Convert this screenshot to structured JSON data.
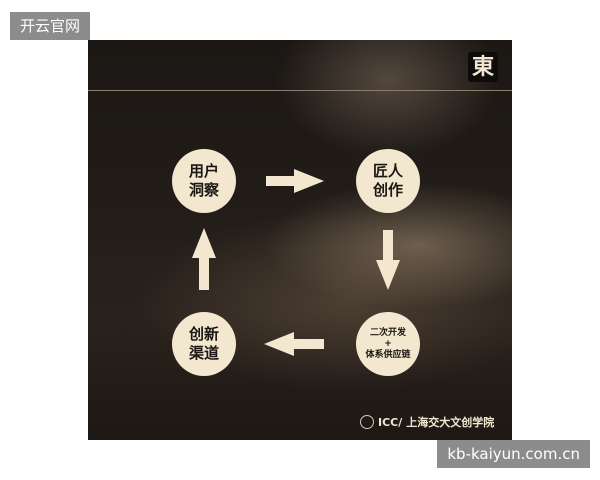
{
  "watermarks": {
    "top_left": "开云官网",
    "bottom_right": "kb-kaiyun.com.cn"
  },
  "card": {
    "logo_char": "東",
    "nodes": [
      {
        "line1": "用户",
        "line2": "洞察"
      },
      {
        "line1": "匠人",
        "line2": "创作"
      },
      {
        "line1": "二次开发",
        "line2": "+",
        "line3": "体系供应链"
      },
      {
        "line1": "创新",
        "line2": "渠道"
      }
    ],
    "footer": {
      "org": "ICC/",
      "name": "上海交大文创学院"
    }
  },
  "colors": {
    "node_fill": "#f3e8cf",
    "arrow": "#f3e8cf",
    "background": "#1f1a16"
  }
}
